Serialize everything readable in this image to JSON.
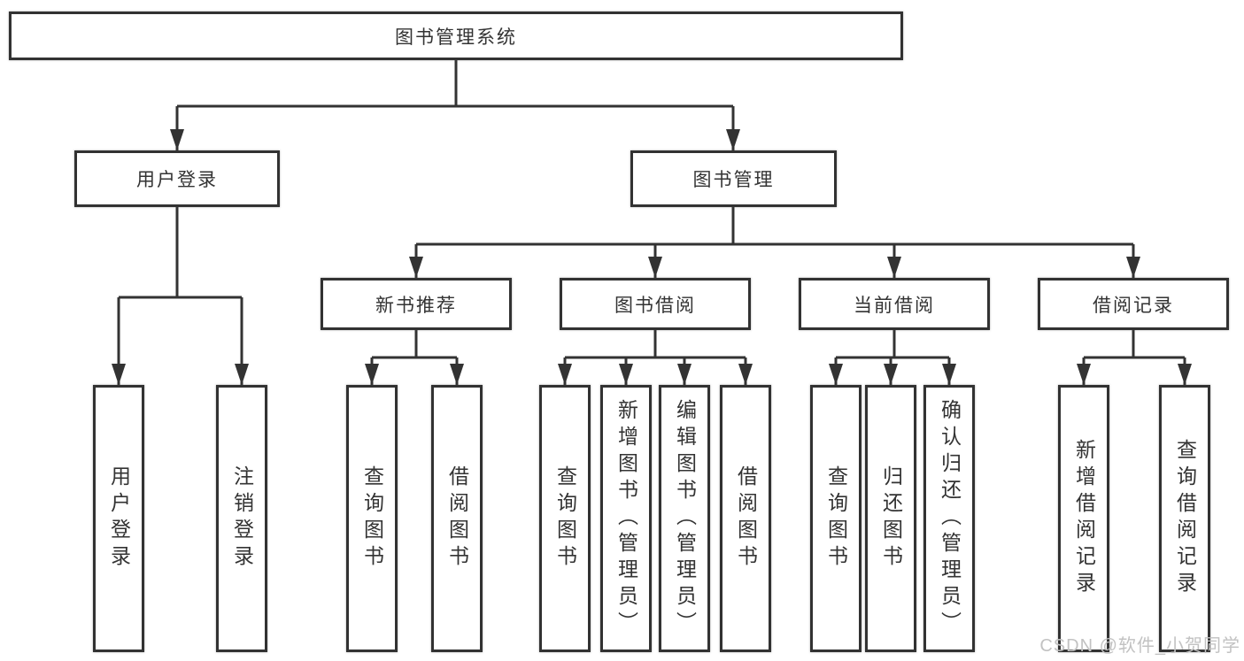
{
  "diagram": {
    "root": "图书管理系统",
    "level2": [
      "用户登录",
      "图书管理"
    ],
    "level3": [
      "新书推荐",
      "图书借阅",
      "当前借阅",
      "借阅记录"
    ],
    "leaves_login": [
      "用户登录",
      "注销登录"
    ],
    "leaves_new_book": [
      "查询图书",
      "借阅图书"
    ],
    "leaves_book_borrow": [
      "查询图书",
      "新增图书（管理员）",
      "编辑图书（管理员）",
      "借阅图书"
    ],
    "leaves_current_borrow": [
      "查询图书",
      "归还图书",
      "确认归还（管理员）"
    ],
    "leaves_borrow_records": [
      "新增借阅记录",
      "查询借阅记录"
    ],
    "watermark": "CSDN @软件_小贺同学",
    "colors": {
      "line": "#333333",
      "box_border": "#323232",
      "text": "#333333",
      "watermark": "#c2c2c2",
      "background": "#ffffff"
    }
  }
}
